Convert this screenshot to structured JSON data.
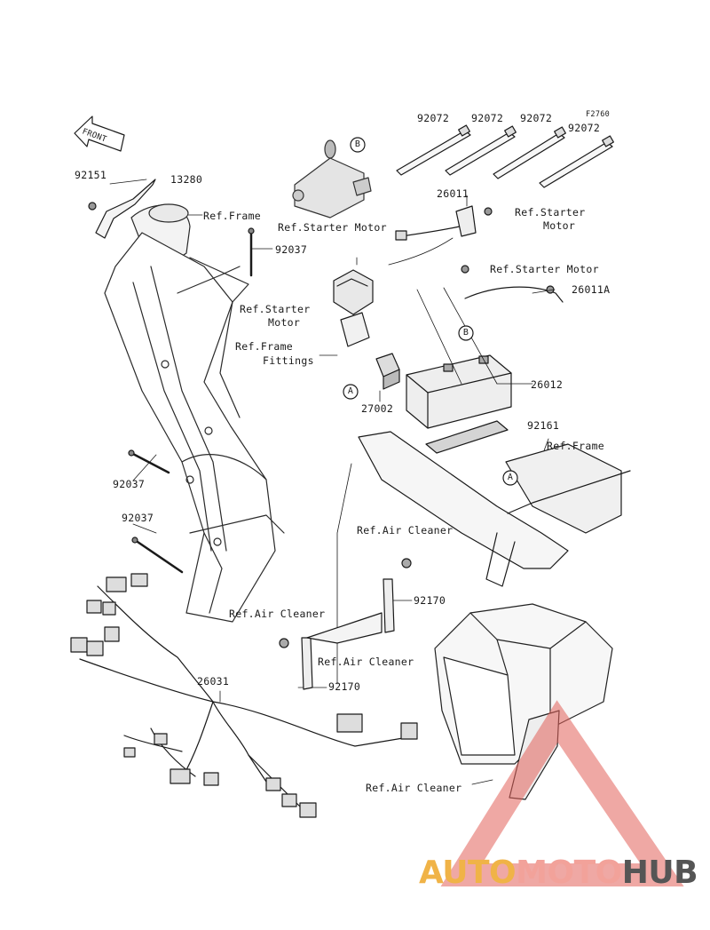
{
  "diagram": {
    "code": "F2760",
    "front_label": "FRONT",
    "labels": {
      "p92072_a": "92072",
      "p92072_b": "92072",
      "p92072_c": "92072",
      "p92072_d": "92072",
      "p92151": "92151",
      "p13280": "13280",
      "ref_frame_1": "Ref.Frame",
      "p92037_a": "92037",
      "ref_starter_1": "Ref.Starter Motor",
      "p26011": "26011",
      "ref_starter_2a": "Ref.Starter",
      "ref_starter_2b": "Motor",
      "ref_starter_3": "Ref.Starter Motor",
      "p26011A": "26011A",
      "ref_starter_4a": "Ref.Starter",
      "ref_starter_4b": "Motor",
      "ref_frame_2": "Ref.Frame",
      "fittings": "Fittings",
      "p26012": "26012",
      "p27002": "27002",
      "p92161": "92161",
      "ref_frame_3": "Ref.Frame",
      "p92037_b": "92037",
      "p92037_c": "92037",
      "ref_air_1": "Ref.Air Cleaner",
      "p92170_a": "92170",
      "ref_air_2": "Ref.Air Cleaner",
      "ref_air_3": "Ref.Air Cleaner",
      "p92170_b": "92170",
      "p26031": "26031",
      "ref_air_4": "Ref.Air Cleaner",
      "callout_A1": "A",
      "callout_A2": "A",
      "callout_B1": "B",
      "callout_B2": "B"
    }
  },
  "watermark": {
    "part1": "AUTO",
    "part2": "MOTO",
    "part3": "HUB",
    "color1": "#f0b347",
    "color2": "#f2a29a",
    "color3": "#555555"
  }
}
